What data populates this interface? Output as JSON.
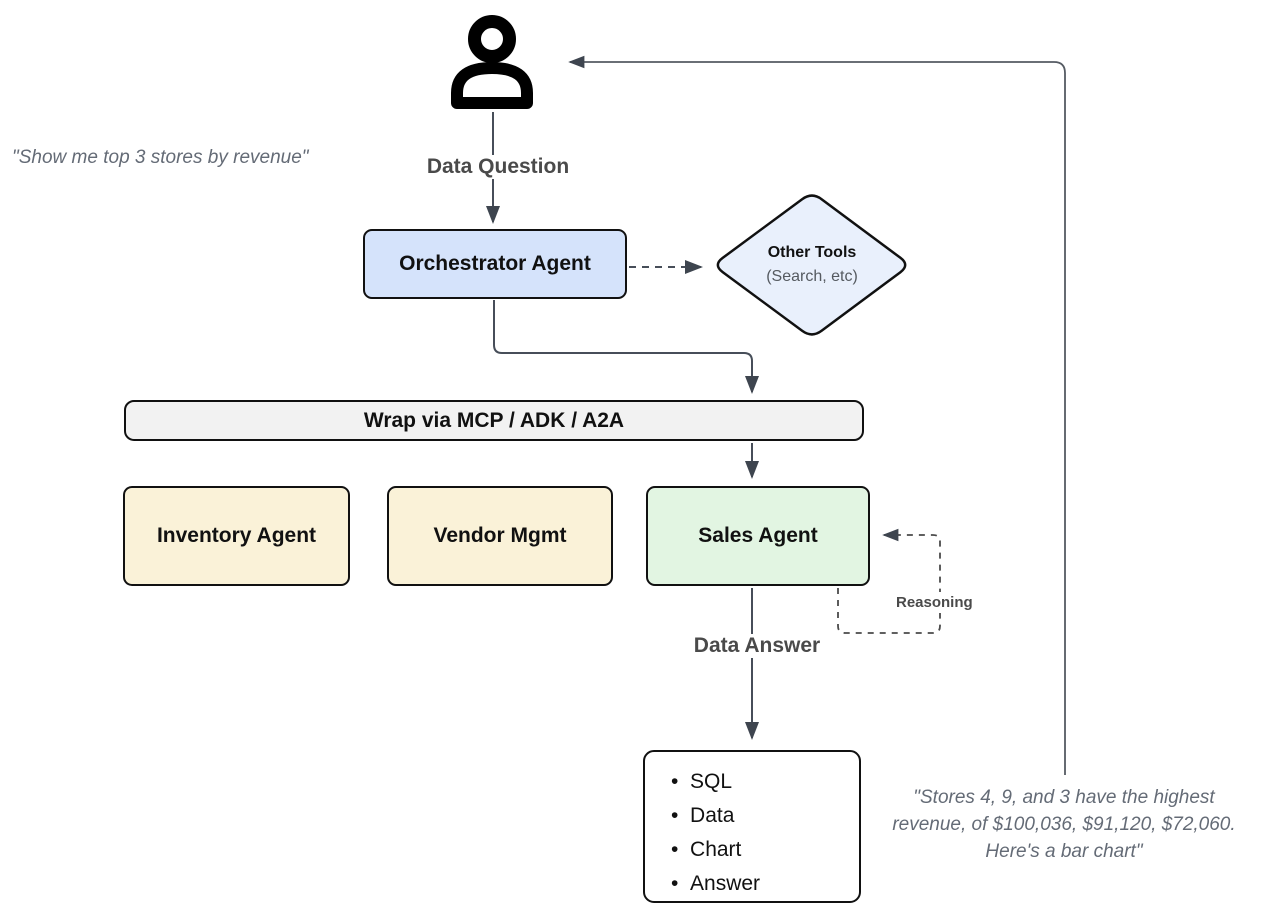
{
  "diagram_title": "Agent orchestration data-question flow",
  "labels": {
    "data_question": "Data Question",
    "data_answer": "Data Answer",
    "reasoning": "Reasoning"
  },
  "nodes": {
    "orchestrator": {
      "label": "Orchestrator Agent"
    },
    "other_tools": {
      "title": "Other Tools",
      "subtitle": "(Search, etc)"
    },
    "wrap_bar": {
      "label": "Wrap via MCP / ADK / A2A"
    },
    "inventory": {
      "label": "Inventory Agent"
    },
    "vendor": {
      "label": "Vendor Mgmt"
    },
    "sales": {
      "label": "Sales Agent"
    },
    "output": {
      "items": [
        "SQL",
        "Data",
        "Chart",
        "Answer"
      ]
    }
  },
  "quotes": {
    "user_question": "\"Show me top 3 stores by revenue\"",
    "agent_answer_lines": [
      "\"Stores 4, 9, and 3 have the highest",
      "revenue, of $100,036, $91,120, $72,060.",
      "Here's a bar chart\""
    ]
  },
  "icons": {
    "user": "person-icon"
  },
  "colors": {
    "orchestrator_fill": "#d5e3fb",
    "other_tools_fill": "#e9f0fc",
    "support_agent_fill": "#faf2d8",
    "sales_agent_fill": "#e2f5e2",
    "wrap_bar_fill": "#f2f2f2",
    "node_border": "#111111",
    "connector": "#474e59",
    "arrowhead": "#3e454f",
    "flow_label_text": "#4a4a4a",
    "quote_text": "#646b76",
    "background": "#ffffff"
  }
}
